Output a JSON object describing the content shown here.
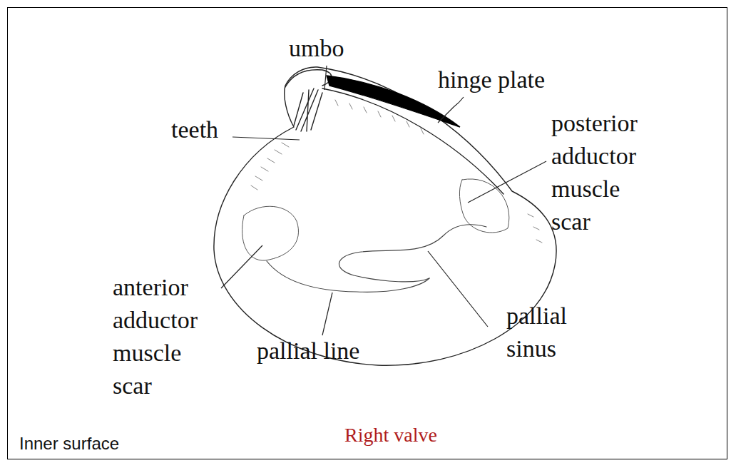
{
  "diagram": {
    "caption": "Right valve",
    "labels": [
      "umbo",
      "hinge plate",
      "teeth",
      "posterior adductor muscle scar",
      "anterior adductor muscle scar",
      "pallial line",
      "pallial sinus",
      "Inner surface"
    ]
  }
}
